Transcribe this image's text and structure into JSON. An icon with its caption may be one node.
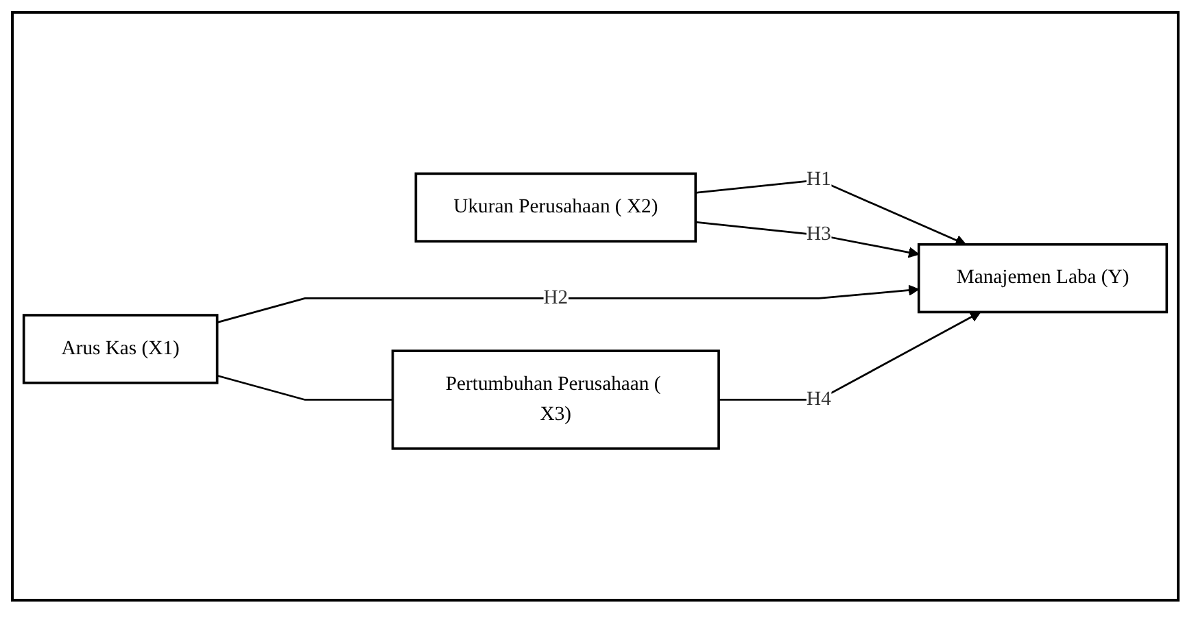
{
  "diagram": {
    "nodes": [
      {
        "text": [
          "Arus Kas (X1)"
        ]
      },
      {
        "text": [
          "Ukuran Perusahaan ( X2)"
        ]
      },
      {
        "text": [
          "Pertumbuhan Perusahaan ( X3)"
        ]
      },
      {
        "text": [
          "Manajemen Laba (Y)"
        ]
      }
    ],
    "edges": [
      {
        "from": 1,
        "to": 3,
        "arrow": "to",
        "label": "H1"
      },
      {
        "from": 0,
        "to": 3,
        "arrow": "to",
        "label": "H2"
      },
      {
        "from": 1,
        "to": 3,
        "arrow": "to",
        "label": "H3"
      },
      {
        "from": 2,
        "to": 3,
        "arrow": "to",
        "label": "H4"
      },
      {
        "from": 0,
        "to": 2,
        "arrow": "none"
      }
    ]
  }
}
